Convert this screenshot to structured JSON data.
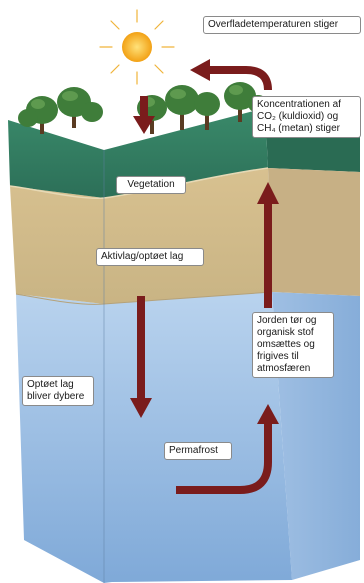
{
  "labels": {
    "surface_temperature": "Overfladetemperaturen stiger",
    "concentration": "Koncentrationen af\nCO₂ (kuldioxid) og\nCH₄ (metan) stiger",
    "vegetation": "Vegetation",
    "active_layer": "Aktivlag/optøet lag",
    "soil_decomposition": "Jorden tør og\norganisk stof\nomsættes og\nfrigives til\natmosfæren",
    "thawed_layer_deeper": "Optøet lag\nbliver dybere",
    "permafrost": "Permafrost"
  },
  "colors": {
    "arrow": "#7a1c1c",
    "sun": "#f5b01c",
    "grass": "#2f7a5a",
    "active_layer": "#d9c49a",
    "permafrost": "#a9c7e6",
    "tree_foliage": "#3f7d3a"
  }
}
